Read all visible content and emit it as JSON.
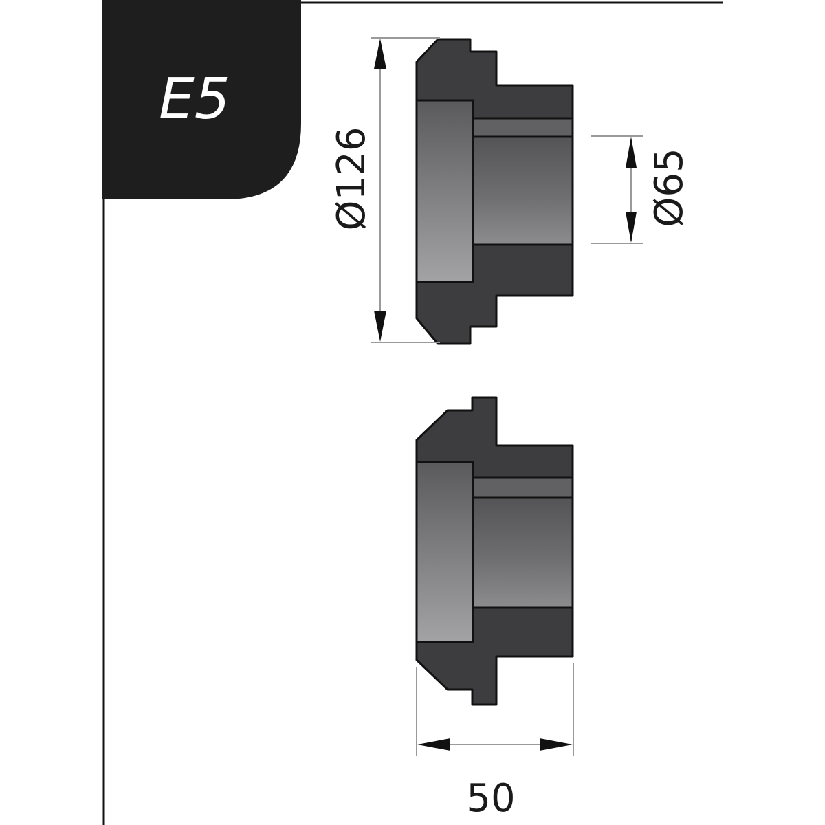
{
  "badge": {
    "text": "E5",
    "color": "#1e1e1e"
  },
  "dimensions": {
    "outer_diameter": "Ø126",
    "inner_diameter": "Ø65",
    "width": "50"
  },
  "colors": {
    "steel_dark": "#3d3d3f",
    "steel_mid": "#555557",
    "steel_light": "#8a8a8c",
    "outline": "#111111",
    "dimension_line": "#9a9a9a",
    "arrow": "#111111"
  }
}
